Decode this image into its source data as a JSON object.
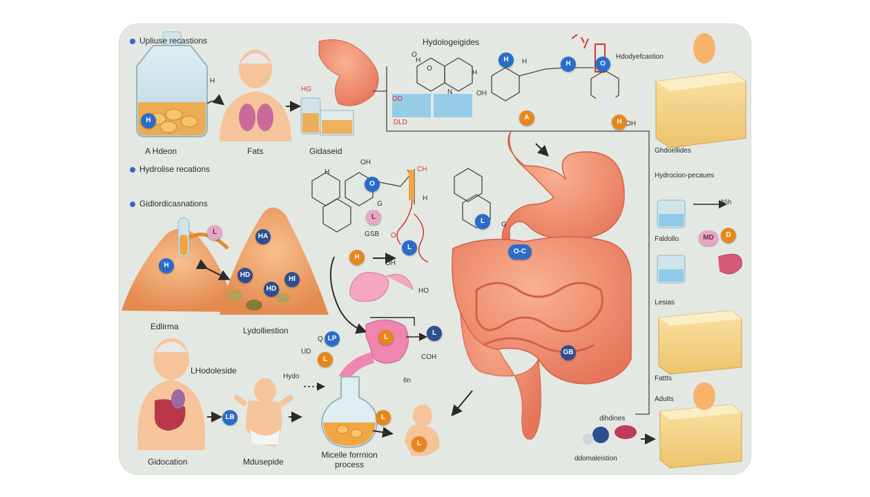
{
  "sections": {
    "upliuse": "Upliuse recastions",
    "hydrolise": "Hydrolise recations",
    "gidlordic": "Gidlordicasnations"
  },
  "titles": {
    "hydologeiqides": "Hydologeigides",
    "hdodyefcation": "Hdodyefcastion"
  },
  "labels": {
    "a_hdeon": "A Hdeon",
    "fats": "Fats",
    "gidaseid": "Gidaseid",
    "edlirma": "Edlirma",
    "lydolliestion": "Lydolliestion",
    "lhodoleside": "LHodoleside",
    "gidocation": "Gidocation",
    "mdusepide": "Mdusepide",
    "micelle_line1": "Micelle forrnion",
    "micelle_line2": "process",
    "dihdines": "dihdines",
    "ddomaleistion": "ddomaleistion"
  },
  "right_column": {
    "ghdoellides": "Ghdoellides",
    "hydrocion": "Hydrocion-pecaues",
    "faldollo": "Faldollo",
    "lesias": "Lesias",
    "fattts": "Fattts",
    "adults": "Adults"
  },
  "chem_text": {
    "hg": "HG",
    "dld": "DLD",
    "od": "OD",
    "h_top": "H",
    "h2": "H",
    "n": "N",
    "o1": "O",
    "o2": "O",
    "oh_top": "OH",
    "h_mid": "H",
    "ch": "CH",
    "oh_mid": "OH",
    "g": "G",
    "h_mid2": "H",
    "g_right": "G",
    "gsb": "GSB",
    "o_lc": "O",
    "oh_small": "OH",
    "ho": "HO",
    "q": "Q",
    "coh": "COH",
    "hyd": "Hydo",
    "bn": "6n",
    "ud": "UD",
    "h_hdod": "H",
    "oh_d": "OH",
    "h_a": "H",
    "n_h": "N\\h"
  },
  "badges": {
    "hm": "H",
    "ha": "HA",
    "h": "H",
    "hd": "HD",
    "hd2": "HD",
    "hl": "Hl",
    "b_l": "L",
    "lp": "LP",
    "l_right": "L",
    "l_ab": "L",
    "lb": "LB",
    "o_c": "O-C",
    "gb": "GB",
    "l_pink": "L",
    "l_blue": "L",
    "h_orange": "H",
    "a_orange": "A",
    "h_orange2": "H",
    "h_blue_top": "H",
    "o_blue": "O",
    "l_orange_b": "L",
    "l_orange_c": "L",
    "l_orange_d": "L",
    "mid": "MD",
    "d_orange": "D"
  },
  "colors": {
    "panel": "#e3e8e2",
    "tissue": "#f2a36a",
    "organ": "#f08a6e",
    "skin": "#f6c49a",
    "fat_block": "#f3d27f",
    "badge_blue": "#2a6cc9",
    "badge_orange": "#e8861c"
  }
}
